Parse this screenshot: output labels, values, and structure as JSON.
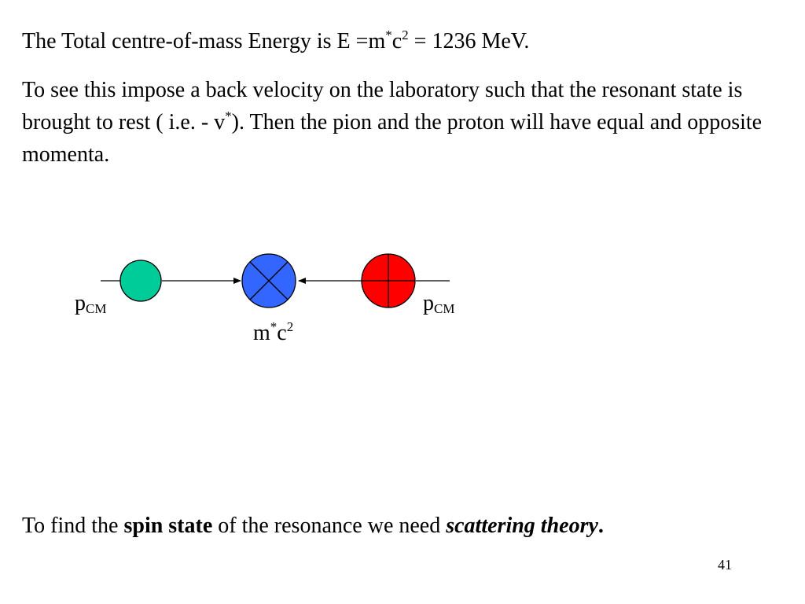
{
  "line1": {
    "prefix": "The Total centre-of-mass Energy is E =m",
    "sup1": "*",
    "mid": "c",
    "sup2": "2",
    "suffix": " = 1236 MeV."
  },
  "para2": {
    "text1": "To see this impose a back velocity on the laboratory such that the resonant state is brought to rest ( i.e. - v",
    "sup": "*",
    "text2": "). Then the pion and the proton will have equal and opposite momenta."
  },
  "diagram": {
    "left_label": {
      "main": "p",
      "sub": "CM"
    },
    "right_label": {
      "main": "p",
      "sub": "CM"
    },
    "center_label": {
      "m": "m",
      "sup1": "*",
      "c": "c",
      "sup2": "2"
    },
    "colors": {
      "pion": "#00cc99",
      "resonance": "#3366ff",
      "proton": "#ff0000",
      "line": "#000000"
    }
  },
  "bottom": {
    "prefix": "To find the ",
    "bold": "spin state",
    "middle": " of the resonance we need ",
    "bold_italic": "scattering theory",
    "suffix": "."
  },
  "page_number": "41"
}
